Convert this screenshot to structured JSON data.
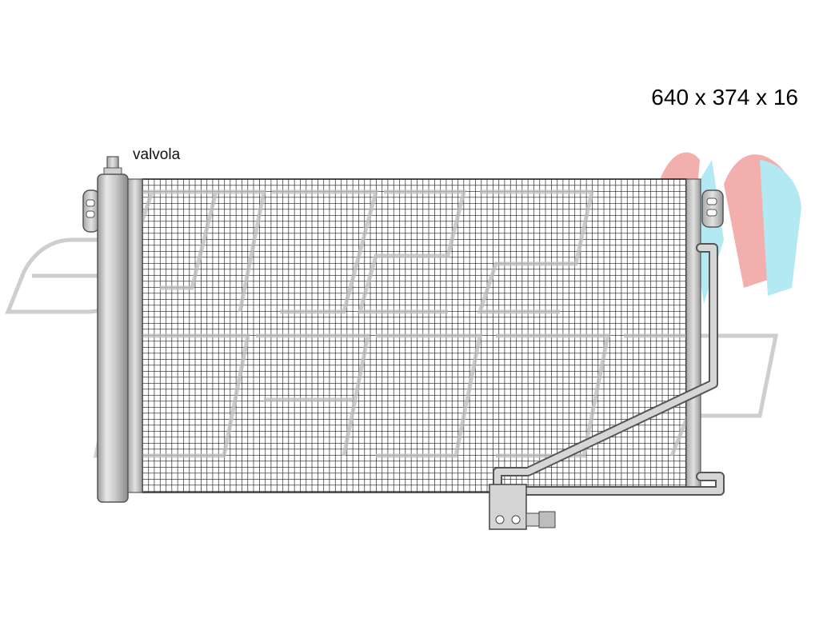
{
  "dimensions_label": "640 x 374 x 16",
  "valve_label": "valvola",
  "watermark_text": "SYNCE",
  "colors": {
    "watermark_stroke": "#bdbdbd",
    "grid_fill": "#ffffff",
    "grid_line": "#1a1a1a",
    "pipe_gray": "#cfcfcf",
    "logo_red": "#f2a0a0",
    "logo_cyan": "#a6e6f2"
  },
  "icons": [
    "condenser-drawing",
    "logo-mark"
  ]
}
